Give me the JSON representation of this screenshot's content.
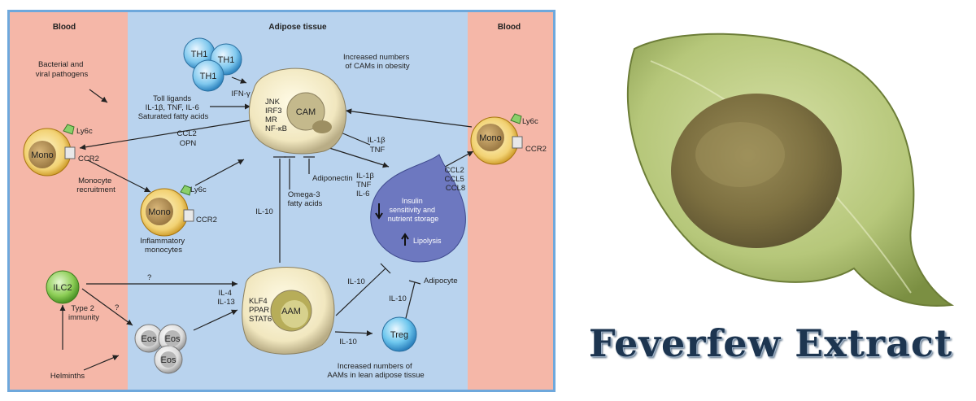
{
  "diagram": {
    "regions": {
      "blood_left": "Blood",
      "adipose": "Adipose tissue",
      "blood_right": "Blood"
    },
    "cells": {
      "th1_a": "TH1",
      "th1_b": "TH1",
      "th1_c": "TH1",
      "cam": "CAM",
      "mono_left": "Mono",
      "mono_mid": "Mono",
      "mono_right": "Mono",
      "ilc2": "ILC2",
      "eos_a": "Eos",
      "eos_b": "Eos",
      "eos_c": "Eos",
      "aam": "AAM",
      "treg": "Treg"
    },
    "labels": {
      "pathogens": [
        "Bacterial and",
        "viral pathogens"
      ],
      "ifn": "IFN-γ",
      "cams_obesity": [
        "Increased numbers",
        "of CAMs in obesity"
      ],
      "toll": [
        "Toll ligands",
        "IL-1β, TNF, IL-6",
        "Saturated fatty acids"
      ],
      "cam_signals": [
        "JNK",
        "IRF3",
        "MR",
        "NF-κB"
      ],
      "ly6c_left": "Ly6c",
      "ccr2_left": "CCR2",
      "ccl2_opn": [
        "CCL2",
        "OPN"
      ],
      "monocyte_recruitment": [
        "Monocyte",
        "recruitment"
      ],
      "ly6c_mid": "Ly6c",
      "ccr2_mid": "CCR2",
      "inflammatory": [
        "Inflammatory",
        "monocytes"
      ],
      "il1b_tnf": [
        "IL-1β",
        "TNF"
      ],
      "adiponectin": "Adiponectin",
      "omega3": [
        "Omega-3",
        "fatty acids"
      ],
      "il10_left": "IL-10",
      "il_adipocyte": [
        "IL-1β",
        "TNF",
        "IL-6"
      ],
      "insulin": [
        "Insulin",
        "sensitivity and",
        "nutrient storage"
      ],
      "lipolysis": "Lipolysis",
      "ccl_right": [
        "CCL2",
        "CCL5",
        "CCL8"
      ],
      "ly6c_right": "Ly6c",
      "ccr2_right": "CCR2",
      "adipocyte": "Adipocyte",
      "question_1": "?",
      "question_2": "?",
      "il4_il13": [
        "IL-4",
        "IL-13"
      ],
      "aam_signals": [
        "KLF4",
        "PPAR",
        "STAT6"
      ],
      "type2": [
        "Type 2",
        "immunity"
      ],
      "il10_aam": "IL-10",
      "il10_treg_up": "IL-10",
      "il10_treg_in": "IL-10",
      "aams_lean": [
        "Increased numbers of",
        "AAMs in lean adipose tissue"
      ],
      "helminths": "Helminths"
    },
    "colors": {
      "blood": "#f5b7a8",
      "adipose": "#b9d3ee",
      "frame": "#6ea8dc",
      "adipocyte": "#6d78c0",
      "ilc2": "#7dc24a"
    }
  },
  "product": {
    "title": "Feverfew Extract",
    "image": "feverfew-powder-in-leaf-dish"
  }
}
